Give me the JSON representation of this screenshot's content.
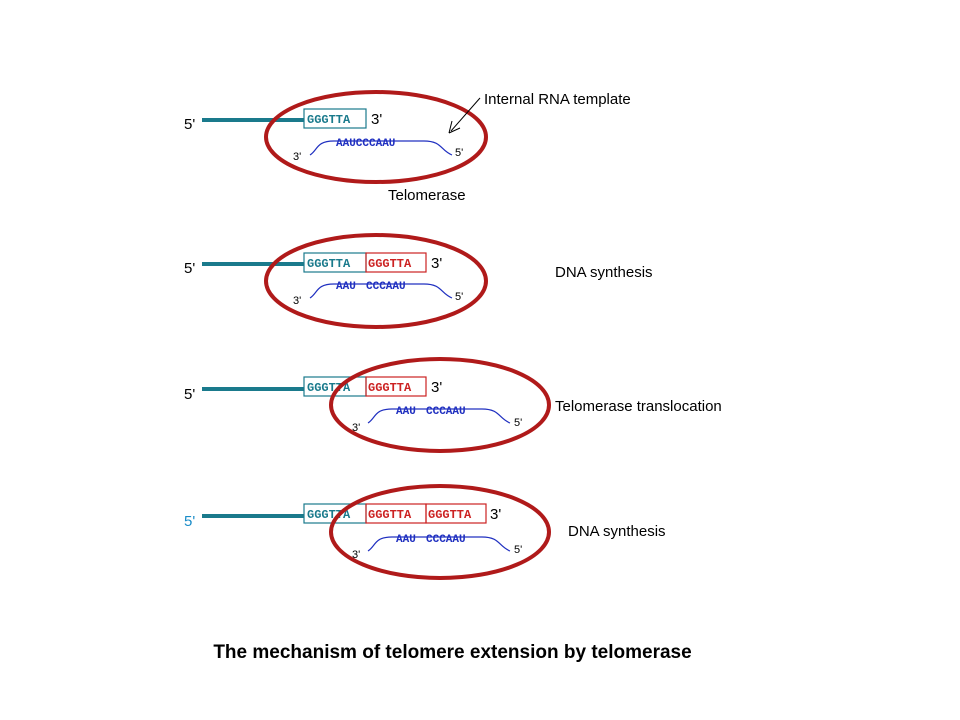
{
  "labels": {
    "five_prime": "5'",
    "three_prime": "3'",
    "internal_rna_template": "Internal RNA template",
    "telomerase": "Telomerase",
    "dna_synthesis": "DNA synthesis",
    "telomerase_translocation": "Telomerase translocation"
  },
  "sequences": {
    "dna_repeat": "GGGTTA",
    "rna_template": "AAUCCCAAU",
    "rna_template_part1": "AAU",
    "rna_template_part2": "CCCAAU"
  },
  "steps": [
    {
      "step": 1,
      "label": "",
      "added_repeats": 0
    },
    {
      "step": 2,
      "label": "DNA synthesis",
      "added_repeats": 1
    },
    {
      "step": 3,
      "label": "Telomerase translocation",
      "added_repeats": 1
    },
    {
      "step": 4,
      "label": "DNA synthesis",
      "added_repeats": 2
    }
  ],
  "colors": {
    "dna_strand": "#1a7a8c",
    "new_dna": "#cc2222",
    "rna": "#2030c0",
    "enzyme": "#b01a1a",
    "five_prime_last": "#1a8cc8"
  },
  "caption": "The mechanism of telomere extension by telomerase"
}
